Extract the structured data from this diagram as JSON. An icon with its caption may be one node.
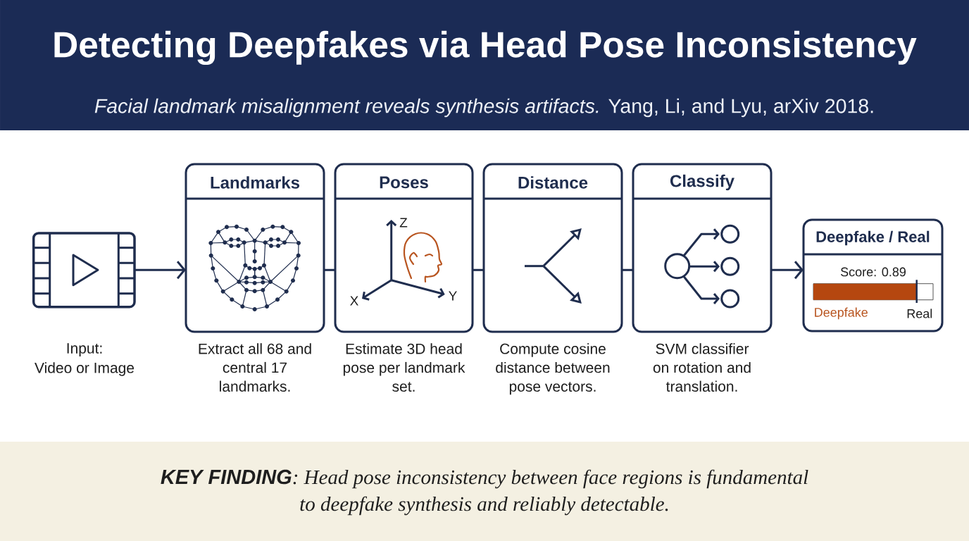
{
  "diagram": {
    "title": "Detecting Deepfakes via Head Pose Inconsistency",
    "caption": "**KEY FINDING**: Head pose inconsistency between face regions is fundamental to deepfake synthesis and reliably detectable.",
    "nodes": [
      {
        "text": [],
        "shape": "picture",
        "beside": [
          "Input:",
          "Video or Image"
        ]
      },
      {
        "text": [
          "Landmarks"
        ],
        "beside": [
          "Extract all 68 and central 17 landmarks."
        ]
      },
      {
        "text": [
          "Poses"
        ],
        "beside": [
          "Estimate 3D head pose per landmark set."
        ]
      },
      {
        "text": [
          "Distance"
        ],
        "beside": [
          "Compute cosine distance between pose vectors."
        ]
      },
      {
        "text": [
          "Classify"
        ],
        "beside": [
          "SVM classifier on rotation and translation."
        ]
      },
      {
        "text": [
          "Deepfake / Real",
          "Score: 0.89",
          "Deepfake",
          "Real"
        ]
      }
    ],
    "edges": [
      {
        "from": 0,
        "to": 1,
        "arrow": "to"
      },
      {
        "from": 1,
        "to": 2,
        "arrow": "none"
      },
      {
        "from": 2,
        "to": 3,
        "arrow": "none"
      },
      {
        "from": 3,
        "to": 4,
        "arrow": "none"
      },
      {
        "from": 4,
        "to": 5,
        "arrow": "to"
      }
    ],
    "labels": [
      "*Facial landmark misalignment reveals synthesis artifacts.* Yang, Li, and Lyu, arXiv 2018.",
      "Z",
      "X",
      "Y"
    ]
  }
}
